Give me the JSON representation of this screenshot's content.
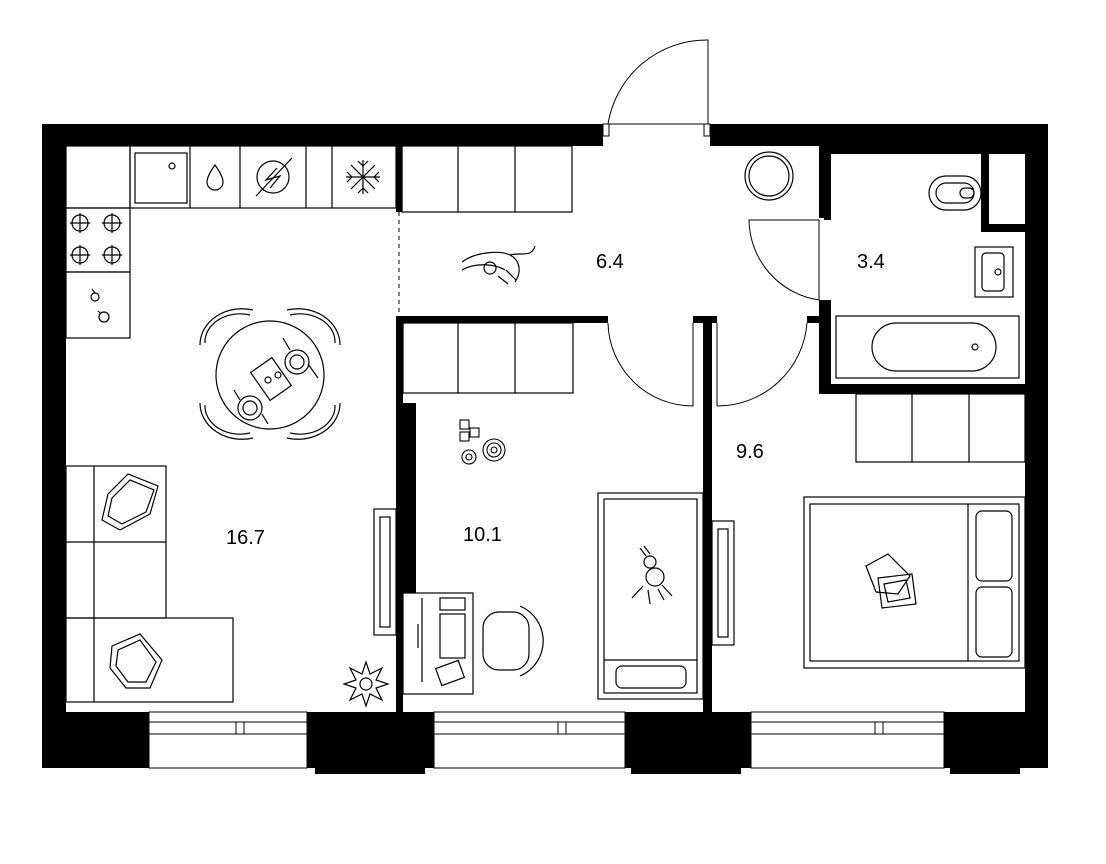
{
  "floor_plan": {
    "rooms": [
      {
        "id": "kitchen-living",
        "area": "16.7"
      },
      {
        "id": "hallway",
        "area": "6.4"
      },
      {
        "id": "bathroom",
        "area": "3.4"
      },
      {
        "id": "children-room",
        "area": "10.1"
      },
      {
        "id": "bedroom",
        "area": "9.6"
      }
    ],
    "colors": {
      "wall": "#000000",
      "line": "#000000",
      "background": "#ffffff"
    }
  }
}
